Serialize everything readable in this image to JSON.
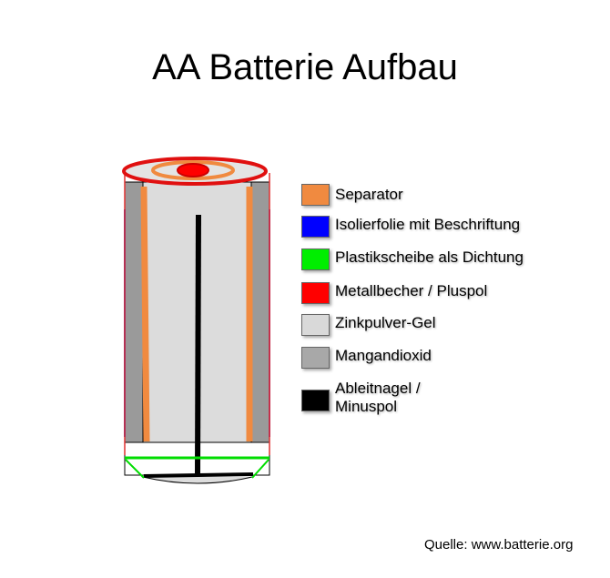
{
  "title": "AA Batterie Aufbau",
  "legend": [
    {
      "label": " Separator",
      "color": "#f08a40"
    },
    {
      "label": "Isolierfolie mit Beschriftung",
      "color": "#0000ff"
    },
    {
      "label": "Plastikscheibe als Dichtung",
      "color": "#00ee00"
    },
    {
      "label": "Metallbecher / Pluspol",
      "color": "#ff0000"
    },
    {
      "label": "Zinkpulver-Gel",
      "color": "#d9d9d9"
    },
    {
      "label": "Mangandioxid",
      "color": "#a8a8a8"
    },
    {
      "label": "Ableitnagel / Minuspol",
      "color": "#000000"
    }
  ],
  "source": "Quelle: www.batterie.org"
}
